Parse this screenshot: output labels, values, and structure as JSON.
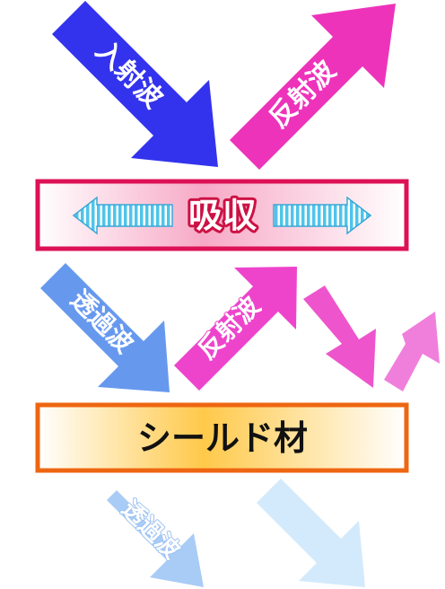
{
  "labels": {
    "incident_top": "入射波",
    "reflected_top": "反射波",
    "absorption": "吸収",
    "transmitted_mid": "透過波",
    "reflected_mid": "反射波",
    "shield": "シールド材",
    "transmitted_bottom": "透過波"
  },
  "colors": {
    "incident": "#3333ee",
    "reflected": "#ee33bb",
    "transmitted": "#6699ee",
    "absorb_border": "#dd1155",
    "shield_border": "#ee6611",
    "shield_fill": "#ffcc44",
    "absorb_arrow": "#55ccee"
  }
}
